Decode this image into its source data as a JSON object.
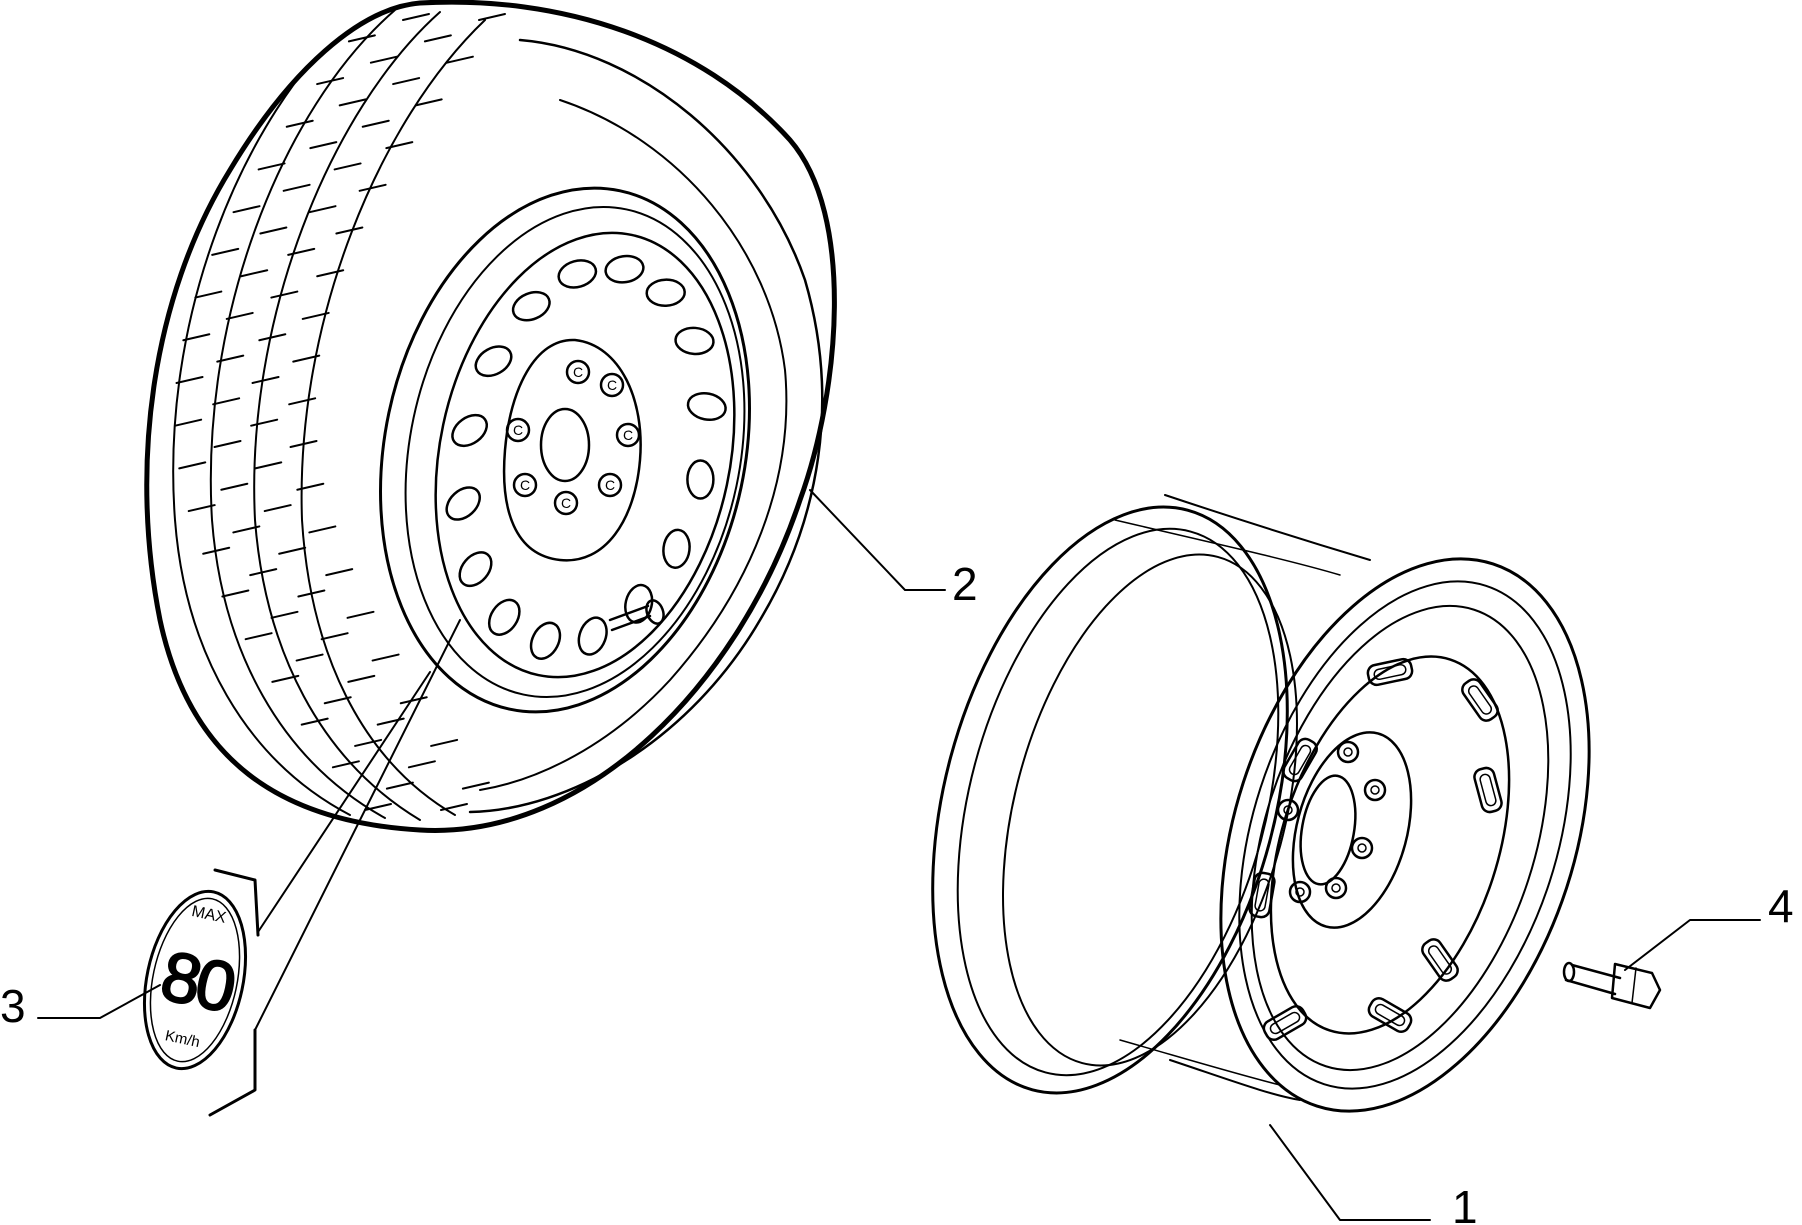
{
  "callouts": [
    {
      "id": "1",
      "label": "1"
    },
    {
      "id": "2",
      "label": "2"
    },
    {
      "id": "3",
      "label": "3"
    },
    {
      "id": "4",
      "label": "4"
    }
  ],
  "speed_decal": {
    "top_text": "MAX",
    "value": "80",
    "unit": "Km/h"
  },
  "hub_letter": "C"
}
